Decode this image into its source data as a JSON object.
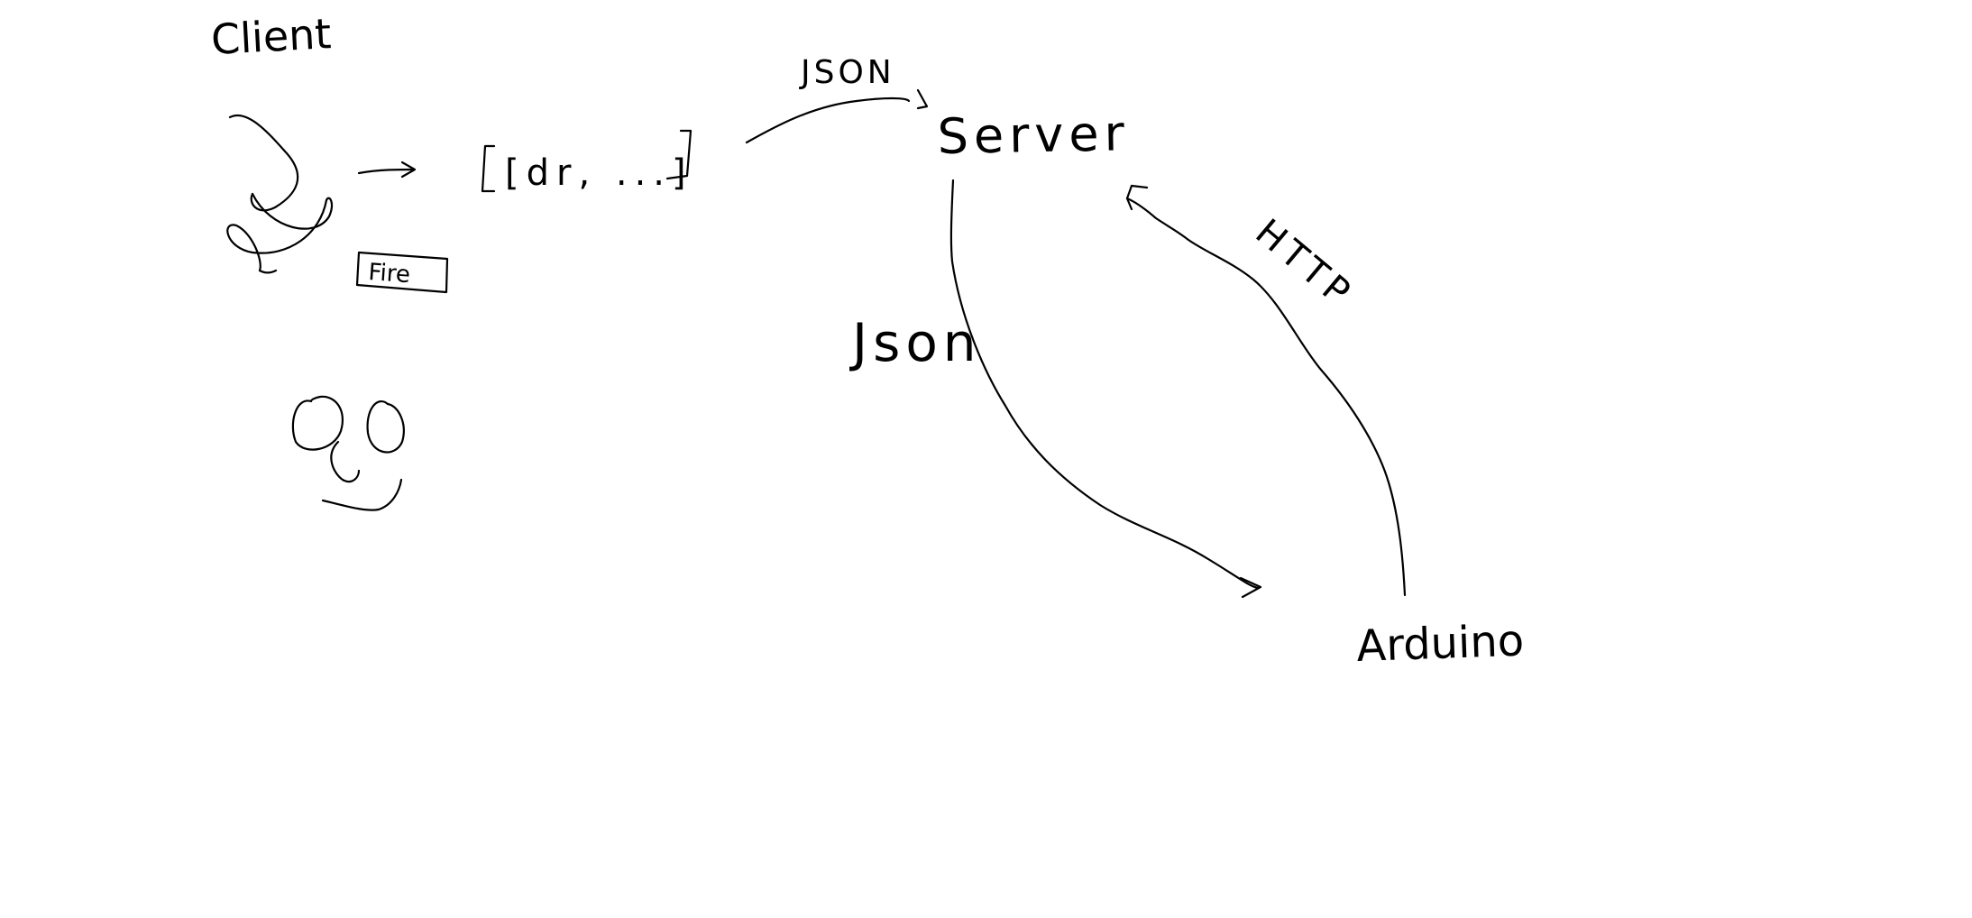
{
  "diagram": {
    "labels": {
      "client": "Client",
      "server": "Server",
      "arduino": "Arduino",
      "json_top": "JSON",
      "json_mid": "Json",
      "http": "HTTP",
      "array_text": "[dr, ...]",
      "box_text": "Fire"
    },
    "colors": {
      "ink": "#000000",
      "background": "#ffffff"
    }
  }
}
